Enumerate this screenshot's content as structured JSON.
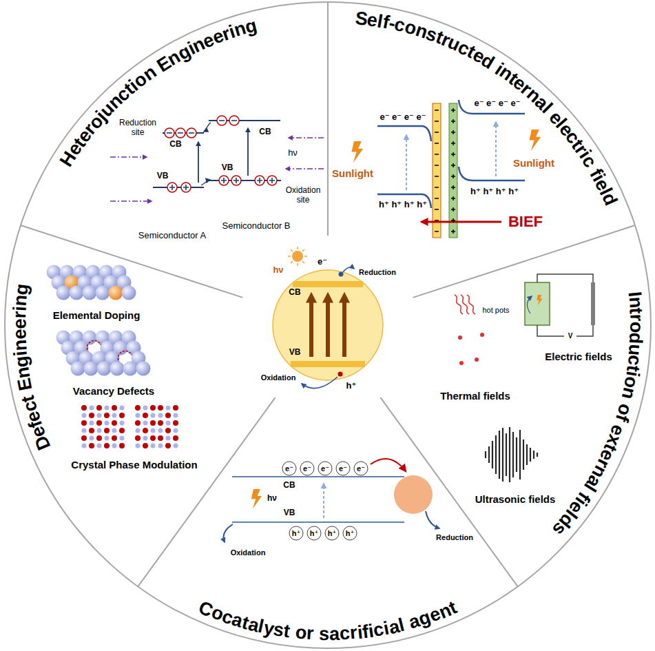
{
  "diagram": {
    "nodes": [
      {
        "text": [
          "Heterojunction Engineering",
          "Reduction site",
          "hν",
          "Oxidation site"
        ]
      },
      {
        "text": [
          "CB",
          "VB",
          "Semiconductor A"
        ],
        "in": 0
      },
      {
        "text": [
          "CB",
          "VB",
          "Semiconductor B"
        ],
        "in": 0
      },
      {
        "text": [
          "Self-constructed internal electric field",
          "e⁻ e⁻ e⁻ e⁻",
          "e⁻ e⁻ e⁻ e⁻",
          "Sunlight",
          "Sunlight",
          "h⁺ h⁺ h⁺ h⁺",
          "h⁺ h⁺ h⁺ h⁺",
          "BIEF"
        ]
      },
      {
        "text": [
          "Introduction of external fields",
          "Electric fields",
          "Thermal fields",
          "Ultrasonic fields"
        ]
      },
      {
        "text": [
          "hot pots"
        ],
        "in": 4
      },
      {
        "text": [
          "V"
        ],
        "in": 4
      },
      {
        "text": [
          "Cocatalyst or sacrificial agent",
          "hν",
          "Reduction",
          "Oxidation"
        ]
      },
      {
        "text": [
          "CB",
          "VB",
          "e⁻",
          "e⁻",
          "e⁻",
          "e⁻",
          "e⁻",
          "h⁺",
          "h⁺",
          "h⁺",
          "h⁺"
        ],
        "in": 7
      },
      {
        "text": [
          "Defect Engineering",
          "Elemental Doping",
          "Vacancy Defects",
          "Crystal Phase Modulation"
        ]
      },
      {
        "text": [
          "hν",
          "e⁻",
          "Reduction",
          "CB",
          "VB",
          "h⁺",
          "Oxidation"
        ]
      }
    ]
  }
}
